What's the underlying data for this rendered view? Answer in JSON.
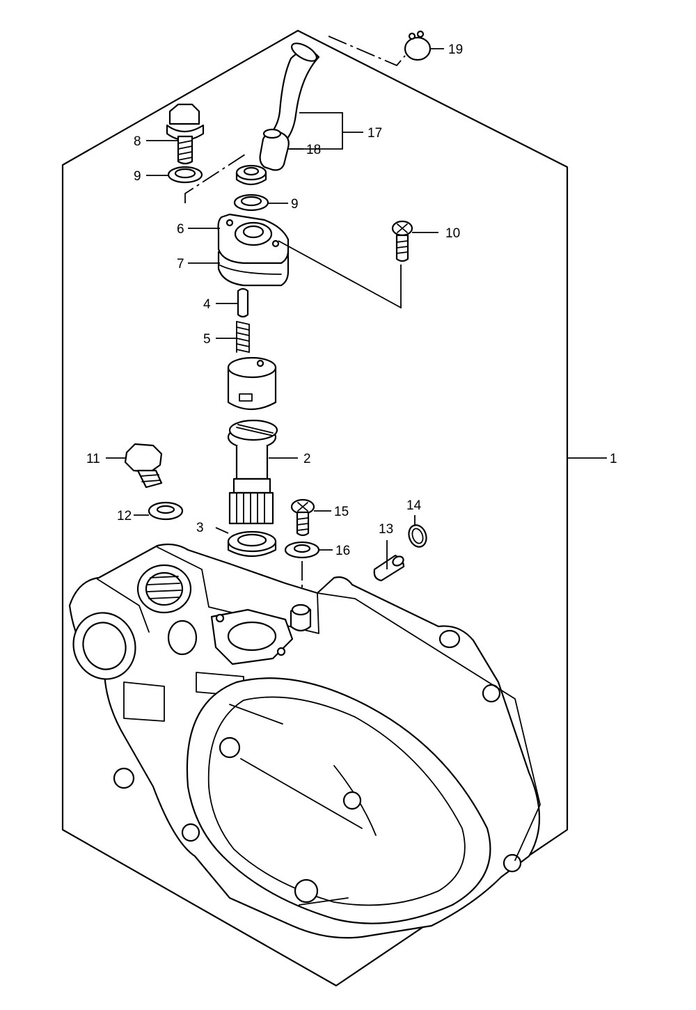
{
  "callouts": [
    {
      "id": "1",
      "text": "1"
    },
    {
      "id": "2",
      "text": "2"
    },
    {
      "id": "3",
      "text": "3"
    },
    {
      "id": "4",
      "text": "4"
    },
    {
      "id": "5",
      "text": "5"
    },
    {
      "id": "6",
      "text": "6"
    },
    {
      "id": "7",
      "text": "7"
    },
    {
      "id": "8",
      "text": "8"
    },
    {
      "id": "9a",
      "text": "9"
    },
    {
      "id": "9b",
      "text": "9"
    },
    {
      "id": "10",
      "text": "10"
    },
    {
      "id": "11",
      "text": "11"
    },
    {
      "id": "12",
      "text": "12"
    },
    {
      "id": "13",
      "text": "13"
    },
    {
      "id": "14",
      "text": "14"
    },
    {
      "id": "15",
      "text": "15"
    },
    {
      "id": "16",
      "text": "16"
    },
    {
      "id": "17",
      "text": "17"
    },
    {
      "id": "18",
      "text": "18"
    },
    {
      "id": "19",
      "text": "19"
    }
  ]
}
